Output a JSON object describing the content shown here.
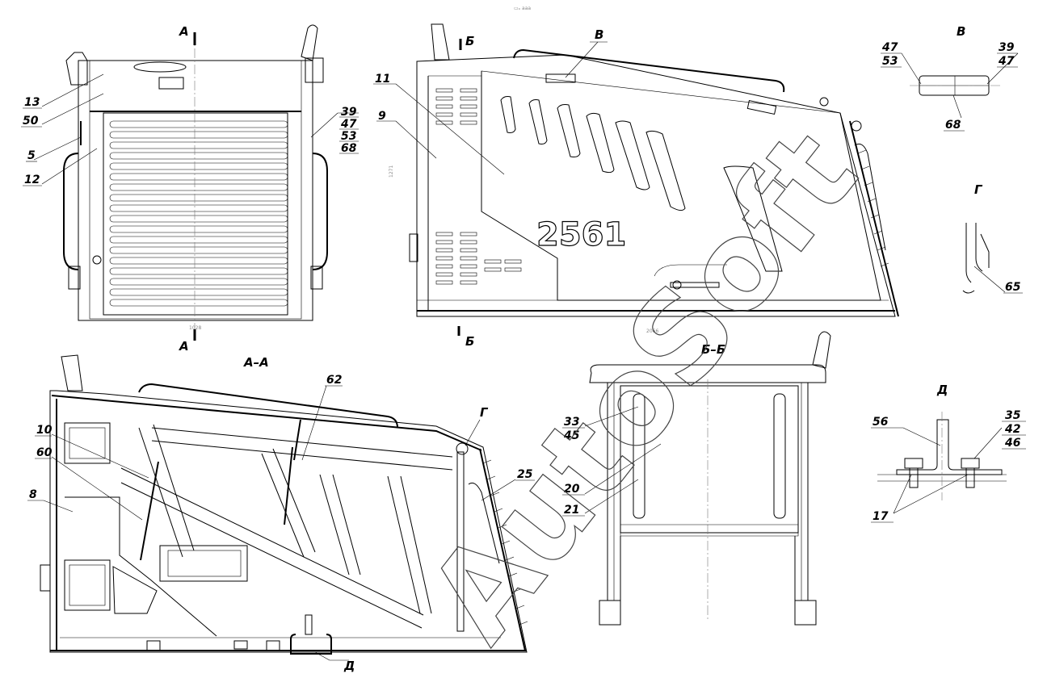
{
  "top_mark": "▭ₒ ааа",
  "dims": {
    "d1271": "1271",
    "d1028": "1028",
    "d2066": "2066"
  },
  "section_marks": {
    "A": "А",
    "B": "Б"
  },
  "view_titles": {
    "AA": "А–А",
    "BB": "Б–Б",
    "V": "В",
    "G": "Г",
    "D": "Д"
  },
  "cutaway": {
    "view_text": "Г",
    "hatch_label": "Д"
  },
  "front": {
    "c13": "13",
    "c50": "50",
    "c5": "5",
    "c12": "12",
    "c39": "39",
    "c47": "47",
    "c53": "53",
    "c68": "68"
  },
  "side": {
    "c11": "11",
    "c9": "9",
    "panel_text": "2561"
  },
  "vdetail": {
    "c47": "47",
    "c53": "53",
    "c39": "39",
    "c47b": "47",
    "c68": "68"
  },
  "gdetail": {
    "c65": "65"
  },
  "section_aa": {
    "c10": "10",
    "c60": "60",
    "c8": "8",
    "c62": "62",
    "c25": "25"
  },
  "section_bb": {
    "c33": "33",
    "c45": "45",
    "c20": "20",
    "c21": "21"
  },
  "ddetail": {
    "c56": "56",
    "c35": "35",
    "c42": "42",
    "c46": "46",
    "c17": "17"
  },
  "watermark": "AutoSoft"
}
